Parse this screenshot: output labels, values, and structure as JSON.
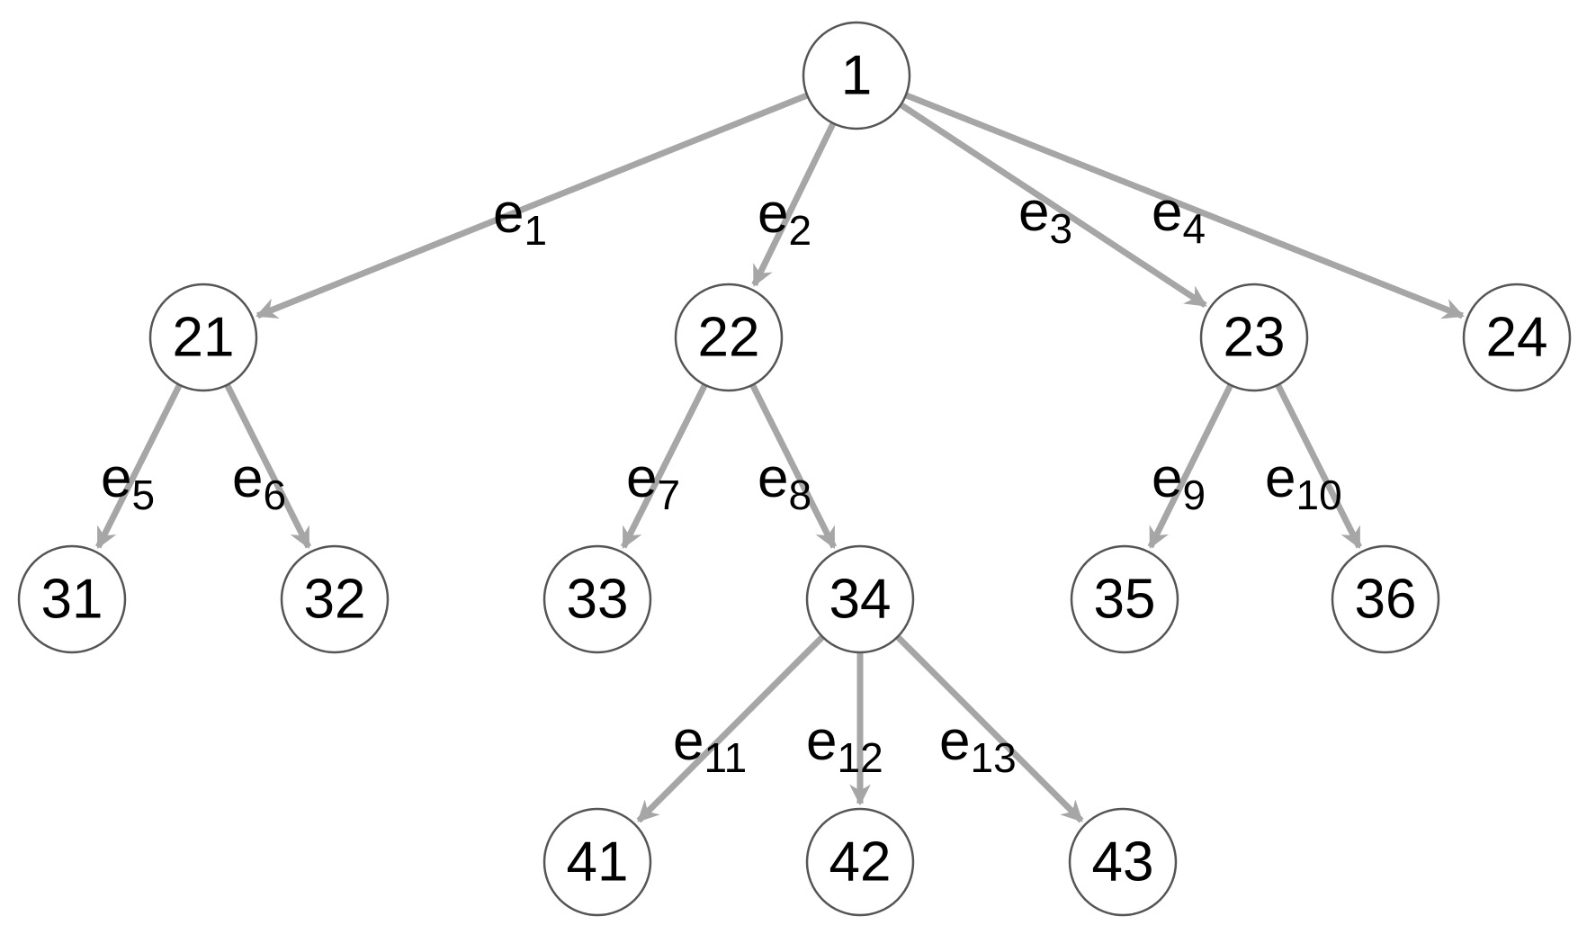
{
  "colors": {
    "edge": "#a6a6a6",
    "node_stroke": "#555555",
    "node_fill": "#ffffff",
    "text": "#000000"
  },
  "nodes": [
    {
      "id": "1",
      "label": "1"
    },
    {
      "id": "21",
      "label": "21"
    },
    {
      "id": "22",
      "label": "22"
    },
    {
      "id": "23",
      "label": "23"
    },
    {
      "id": "24",
      "label": "24"
    },
    {
      "id": "31",
      "label": "31"
    },
    {
      "id": "32",
      "label": "32"
    },
    {
      "id": "33",
      "label": "33"
    },
    {
      "id": "34",
      "label": "34"
    },
    {
      "id": "35",
      "label": "35"
    },
    {
      "id": "36",
      "label": "36"
    },
    {
      "id": "41",
      "label": "41"
    },
    {
      "id": "42",
      "label": "42"
    },
    {
      "id": "43",
      "label": "43"
    }
  ],
  "edges": [
    {
      "from": "1",
      "to": "21",
      "label_base": "e",
      "label_sub": "1"
    },
    {
      "from": "1",
      "to": "22",
      "label_base": "e",
      "label_sub": "2"
    },
    {
      "from": "1",
      "to": "23",
      "label_base": "e",
      "label_sub": "3"
    },
    {
      "from": "1",
      "to": "24",
      "label_base": "e",
      "label_sub": "4"
    },
    {
      "from": "21",
      "to": "31",
      "label_base": "e",
      "label_sub": "5"
    },
    {
      "from": "21",
      "to": "32",
      "label_base": "e",
      "label_sub": "6"
    },
    {
      "from": "22",
      "to": "33",
      "label_base": "e",
      "label_sub": "7"
    },
    {
      "from": "22",
      "to": "34",
      "label_base": "e",
      "label_sub": "8"
    },
    {
      "from": "23",
      "to": "35",
      "label_base": "e",
      "label_sub": "9"
    },
    {
      "from": "23",
      "to": "36",
      "label_base": "e",
      "label_sub": "10"
    },
    {
      "from": "34",
      "to": "41",
      "label_base": "e",
      "label_sub": "11"
    },
    {
      "from": "34",
      "to": "42",
      "label_base": "e",
      "label_sub": "12"
    },
    {
      "from": "34",
      "to": "43",
      "label_base": "e",
      "label_sub": "13"
    }
  ]
}
